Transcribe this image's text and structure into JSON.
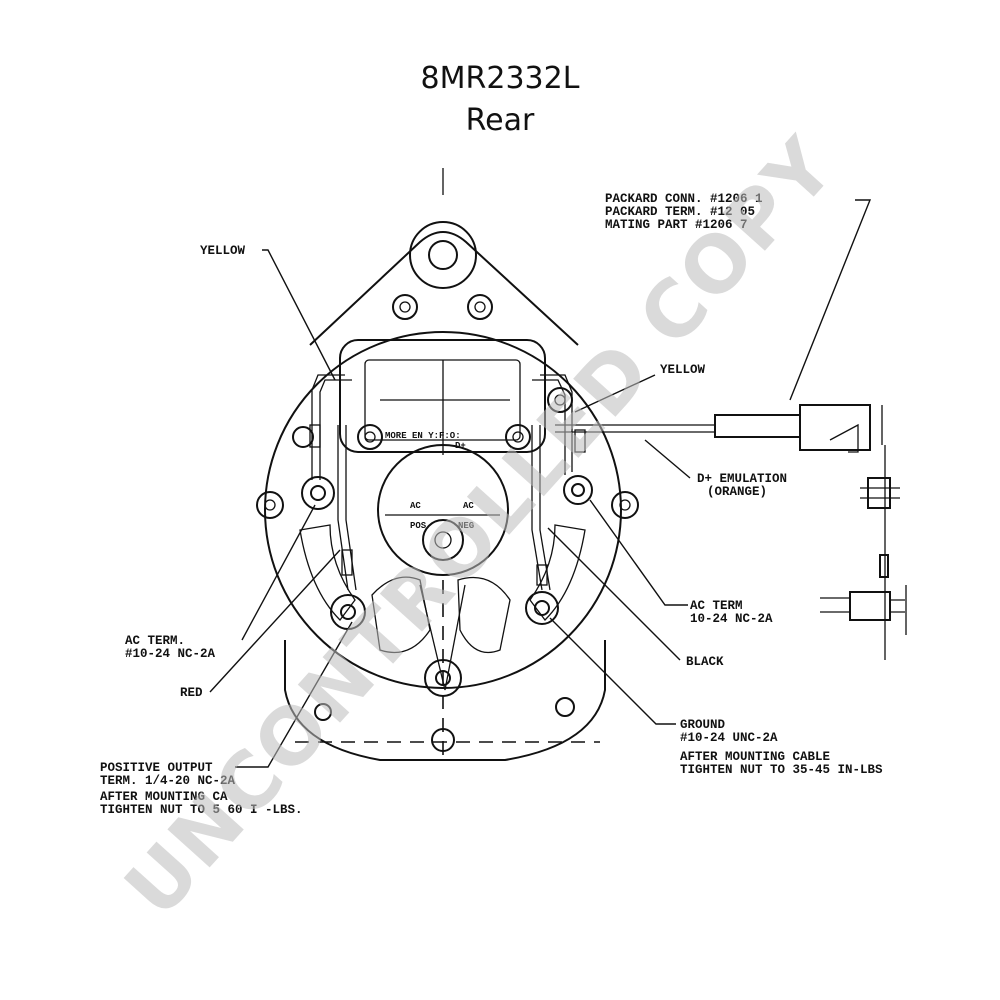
{
  "title": {
    "part_number": "8MR2332L",
    "view": "Rear"
  },
  "labels": {
    "packard_conn": "PACKARD CONN. #1206 1",
    "packard_term": "PACKARD TERM. #12  05",
    "mating_part": "MATING PART #1206  7",
    "yellow_left": "YELLOW",
    "yellow_right": "YELLOW",
    "d_plus_emulation": "D+ EMULATION",
    "orange": "(ORANGE)",
    "ac_term_right_1": "AC TERM",
    "ac_term_right_2": "10-24 NC-2A",
    "ac_term_left_1": "AC TERM.",
    "ac_term_left_2": "#10-24 NC-2A",
    "black": "BLACK",
    "red": "RED",
    "ground_1": "GROUND",
    "ground_2": "#10-24 UNC-2A",
    "ground_3": "AFTER MOUNTING CABLE",
    "ground_4": "TIGHTEN NUT TO 35-45 IN-LBS",
    "pos_out_1": "POSITIVE OUTPUT",
    "pos_out_2": "TERM. 1/4-20 NC-2A",
    "pos_out_3": "AFTER MOUNTING CA",
    "pos_out_4": "TIGHTEN NUT TO 5  60 I -LBS."
  },
  "inner_marks": {
    "d_plus": "D+",
    "ac_left": "AC",
    "ac_right": "AC",
    "pos": "POS",
    "neg": "NEG",
    "regulator_text": "MORE EN Y:F:O:"
  },
  "watermark": "UNCONTROLLED COPY",
  "colors": {
    "ink": "#111111",
    "watermark": "#bdbdbd"
  }
}
